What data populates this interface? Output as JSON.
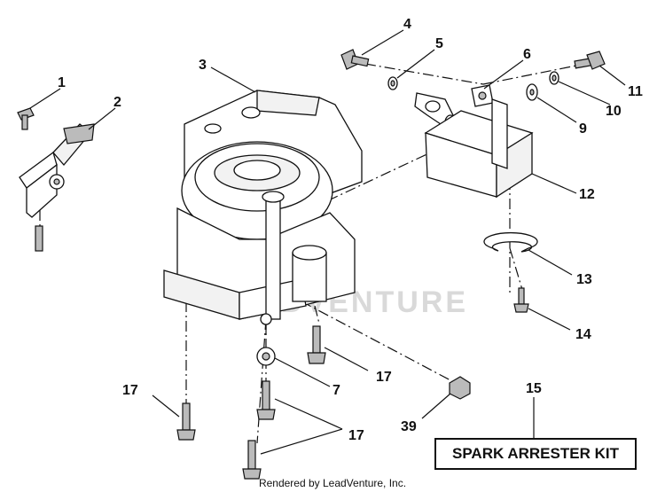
{
  "callouts": [
    "1",
    "2",
    "3",
    "4",
    "5",
    "6",
    "7",
    "9",
    "10",
    "11",
    "12",
    "13",
    "14",
    "15",
    "17",
    "17",
    "17",
    "17",
    "39"
  ],
  "kit_label": "SPARK ARRESTER KIT",
  "watermark": "LEADVENTURE",
  "footer": "Rendered by LeadVenture, Inc."
}
